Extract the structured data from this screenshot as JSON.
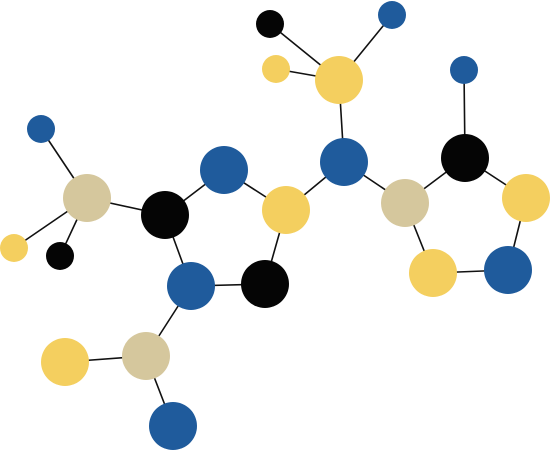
{
  "colors": {
    "black": "#050505",
    "blue": "#1f5b9c",
    "yellow": "#f4cf5f",
    "tan": "#d5c79d",
    "bond": "#111111"
  },
  "atoms": [
    {
      "id": "a1",
      "color": "black"
    },
    {
      "id": "a2",
      "color": "blue"
    },
    {
      "id": "a3",
      "color": "yellow"
    },
    {
      "id": "a4",
      "color": "yellow"
    },
    {
      "id": "a5",
      "color": "blue"
    },
    {
      "id": "a6",
      "color": "black"
    },
    {
      "id": "a7",
      "color": "yellow"
    },
    {
      "id": "a8",
      "color": "tan"
    },
    {
      "id": "a9",
      "color": "black"
    },
    {
      "id": "a10",
      "color": "blue"
    },
    {
      "id": "a11",
      "color": "blue"
    },
    {
      "id": "a12",
      "color": "blue"
    },
    {
      "id": "a13",
      "color": "black"
    },
    {
      "id": "a14",
      "color": "yellow"
    },
    {
      "id": "a15",
      "color": "tan"
    },
    {
      "id": "a16",
      "color": "yellow"
    },
    {
      "id": "a17",
      "color": "blue"
    },
    {
      "id": "a18",
      "color": "yellow"
    },
    {
      "id": "a19",
      "color": "yellow"
    },
    {
      "id": "a20",
      "color": "tan"
    },
    {
      "id": "a21",
      "color": "blue"
    },
    {
      "id": "a22",
      "color": "black"
    },
    {
      "id": "a23",
      "color": "black"
    },
    {
      "id": "a24",
      "color": "blue"
    },
    {
      "id": "a25",
      "color": "yellow"
    },
    {
      "id": "a26",
      "color": "tan"
    },
    {
      "id": "a27",
      "color": "blue"
    },
    {
      "id": "a28",
      "color": "yellow"
    }
  ],
  "bonds": [
    [
      "a1",
      "a4"
    ],
    [
      "a2",
      "a4"
    ],
    [
      "a3",
      "a4"
    ],
    [
      "a4",
      "a5"
    ],
    [
      "a5",
      "a7"
    ],
    [
      "a5",
      "a8"
    ],
    [
      "a8",
      "a9"
    ],
    [
      "a9",
      "a10"
    ],
    [
      "a9",
      "a7"
    ],
    [
      "a10",
      "a11"
    ],
    [
      "a11",
      "a12"
    ],
    [
      "a12",
      "a8"
    ],
    [
      "a7",
      "a6"
    ],
    [
      "a6",
      "a17"
    ],
    [
      "a17",
      "a18"
    ],
    [
      "a18",
      "a13"
    ],
    [
      "a13",
      "a24"
    ],
    [
      "a24",
      "a19"
    ],
    [
      "a19",
      "a20"
    ],
    [
      "a20",
      "a21"
    ],
    [
      "a20",
      "a23"
    ],
    [
      "a21",
      "a22"
    ],
    [
      "a22",
      "a23"
    ],
    [
      "a15",
      "a13"
    ],
    [
      "a15",
      "a14"
    ],
    [
      "a15",
      "a16"
    ],
    [
      "a15",
      "a28"
    ],
    [
      "a19",
      "a26"
    ],
    [
      "a26",
      "a25"
    ],
    [
      "a26",
      "a27"
    ]
  ]
}
